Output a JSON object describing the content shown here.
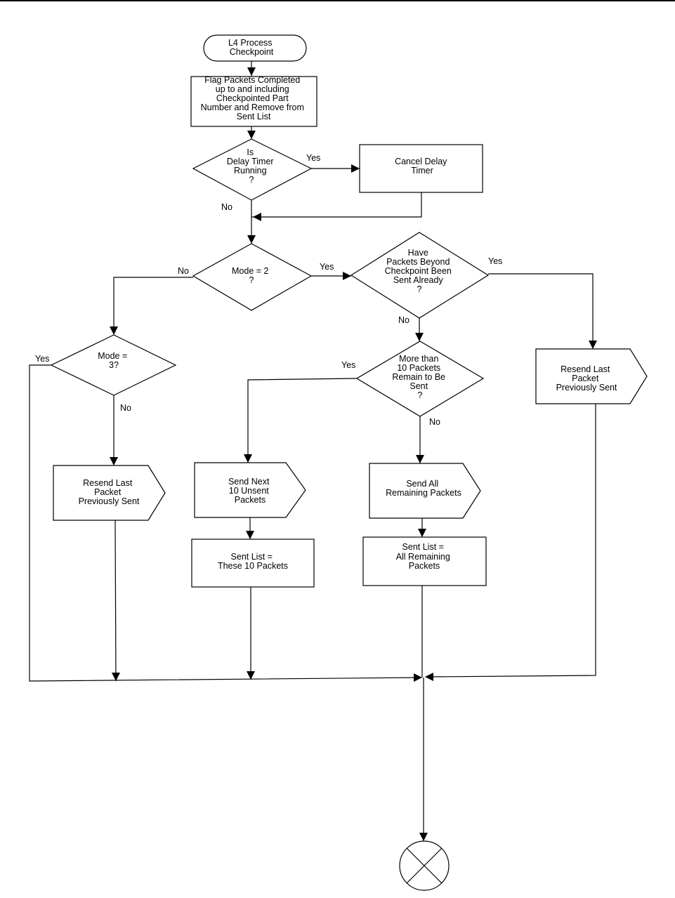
{
  "diagram": {
    "start": {
      "lines": [
        "L4 Process",
        "Checkpoint"
      ]
    },
    "flag_packets": {
      "lines": [
        "Flag Packets Completed",
        "up to and including",
        "Checkpointed Part",
        "Number and Remove from",
        "Sent List"
      ]
    },
    "delay_timer_decision": {
      "lines": [
        "Is",
        "Delay Timer",
        "Running",
        "?"
      ]
    },
    "cancel_delay_timer": {
      "lines": [
        "Cancel Delay",
        "Timer"
      ]
    },
    "mode2_decision": {
      "lines": [
        "Mode = 2",
        "?"
      ]
    },
    "packets_beyond_decision": {
      "lines": [
        "Have",
        "Packets Beyond",
        "Checkpoint Been",
        "Sent Already",
        "?"
      ]
    },
    "mode3_decision": {
      "lines": [
        "Mode =",
        "3?"
      ]
    },
    "more_than_10_decision": {
      "lines": [
        "More than",
        "10 Packets",
        "Remain to Be",
        "Sent",
        "?"
      ]
    },
    "resend_last_right": {
      "lines": [
        "Resend Last",
        "Packet",
        "Previously Sent"
      ]
    },
    "resend_last_left": {
      "lines": [
        "Resend Last",
        "Packet",
        "Previously Sent"
      ]
    },
    "send_next_10": {
      "lines": [
        "Send Next",
        "10 Unsent",
        "Packets"
      ]
    },
    "send_all_remaining": {
      "lines": [
        "Send All",
        "Remaining Packets"
      ]
    },
    "sent_list_10": {
      "lines": [
        "Sent List =",
        "These 10 Packets"
      ]
    },
    "sent_list_all": {
      "lines": [
        "Sent List =",
        "All Remaining",
        "Packets"
      ]
    },
    "labels": {
      "delay_yes": "Yes",
      "delay_no": "No",
      "mode2_no": "No",
      "mode2_yes": "Yes",
      "beyond_yes": "Yes",
      "beyond_no": "No",
      "mode3_yes": "Yes",
      "mode3_no": "No",
      "more10_yes": "Yes",
      "more10_no": "No"
    },
    "end_symbol": "end-terminator-icon"
  }
}
